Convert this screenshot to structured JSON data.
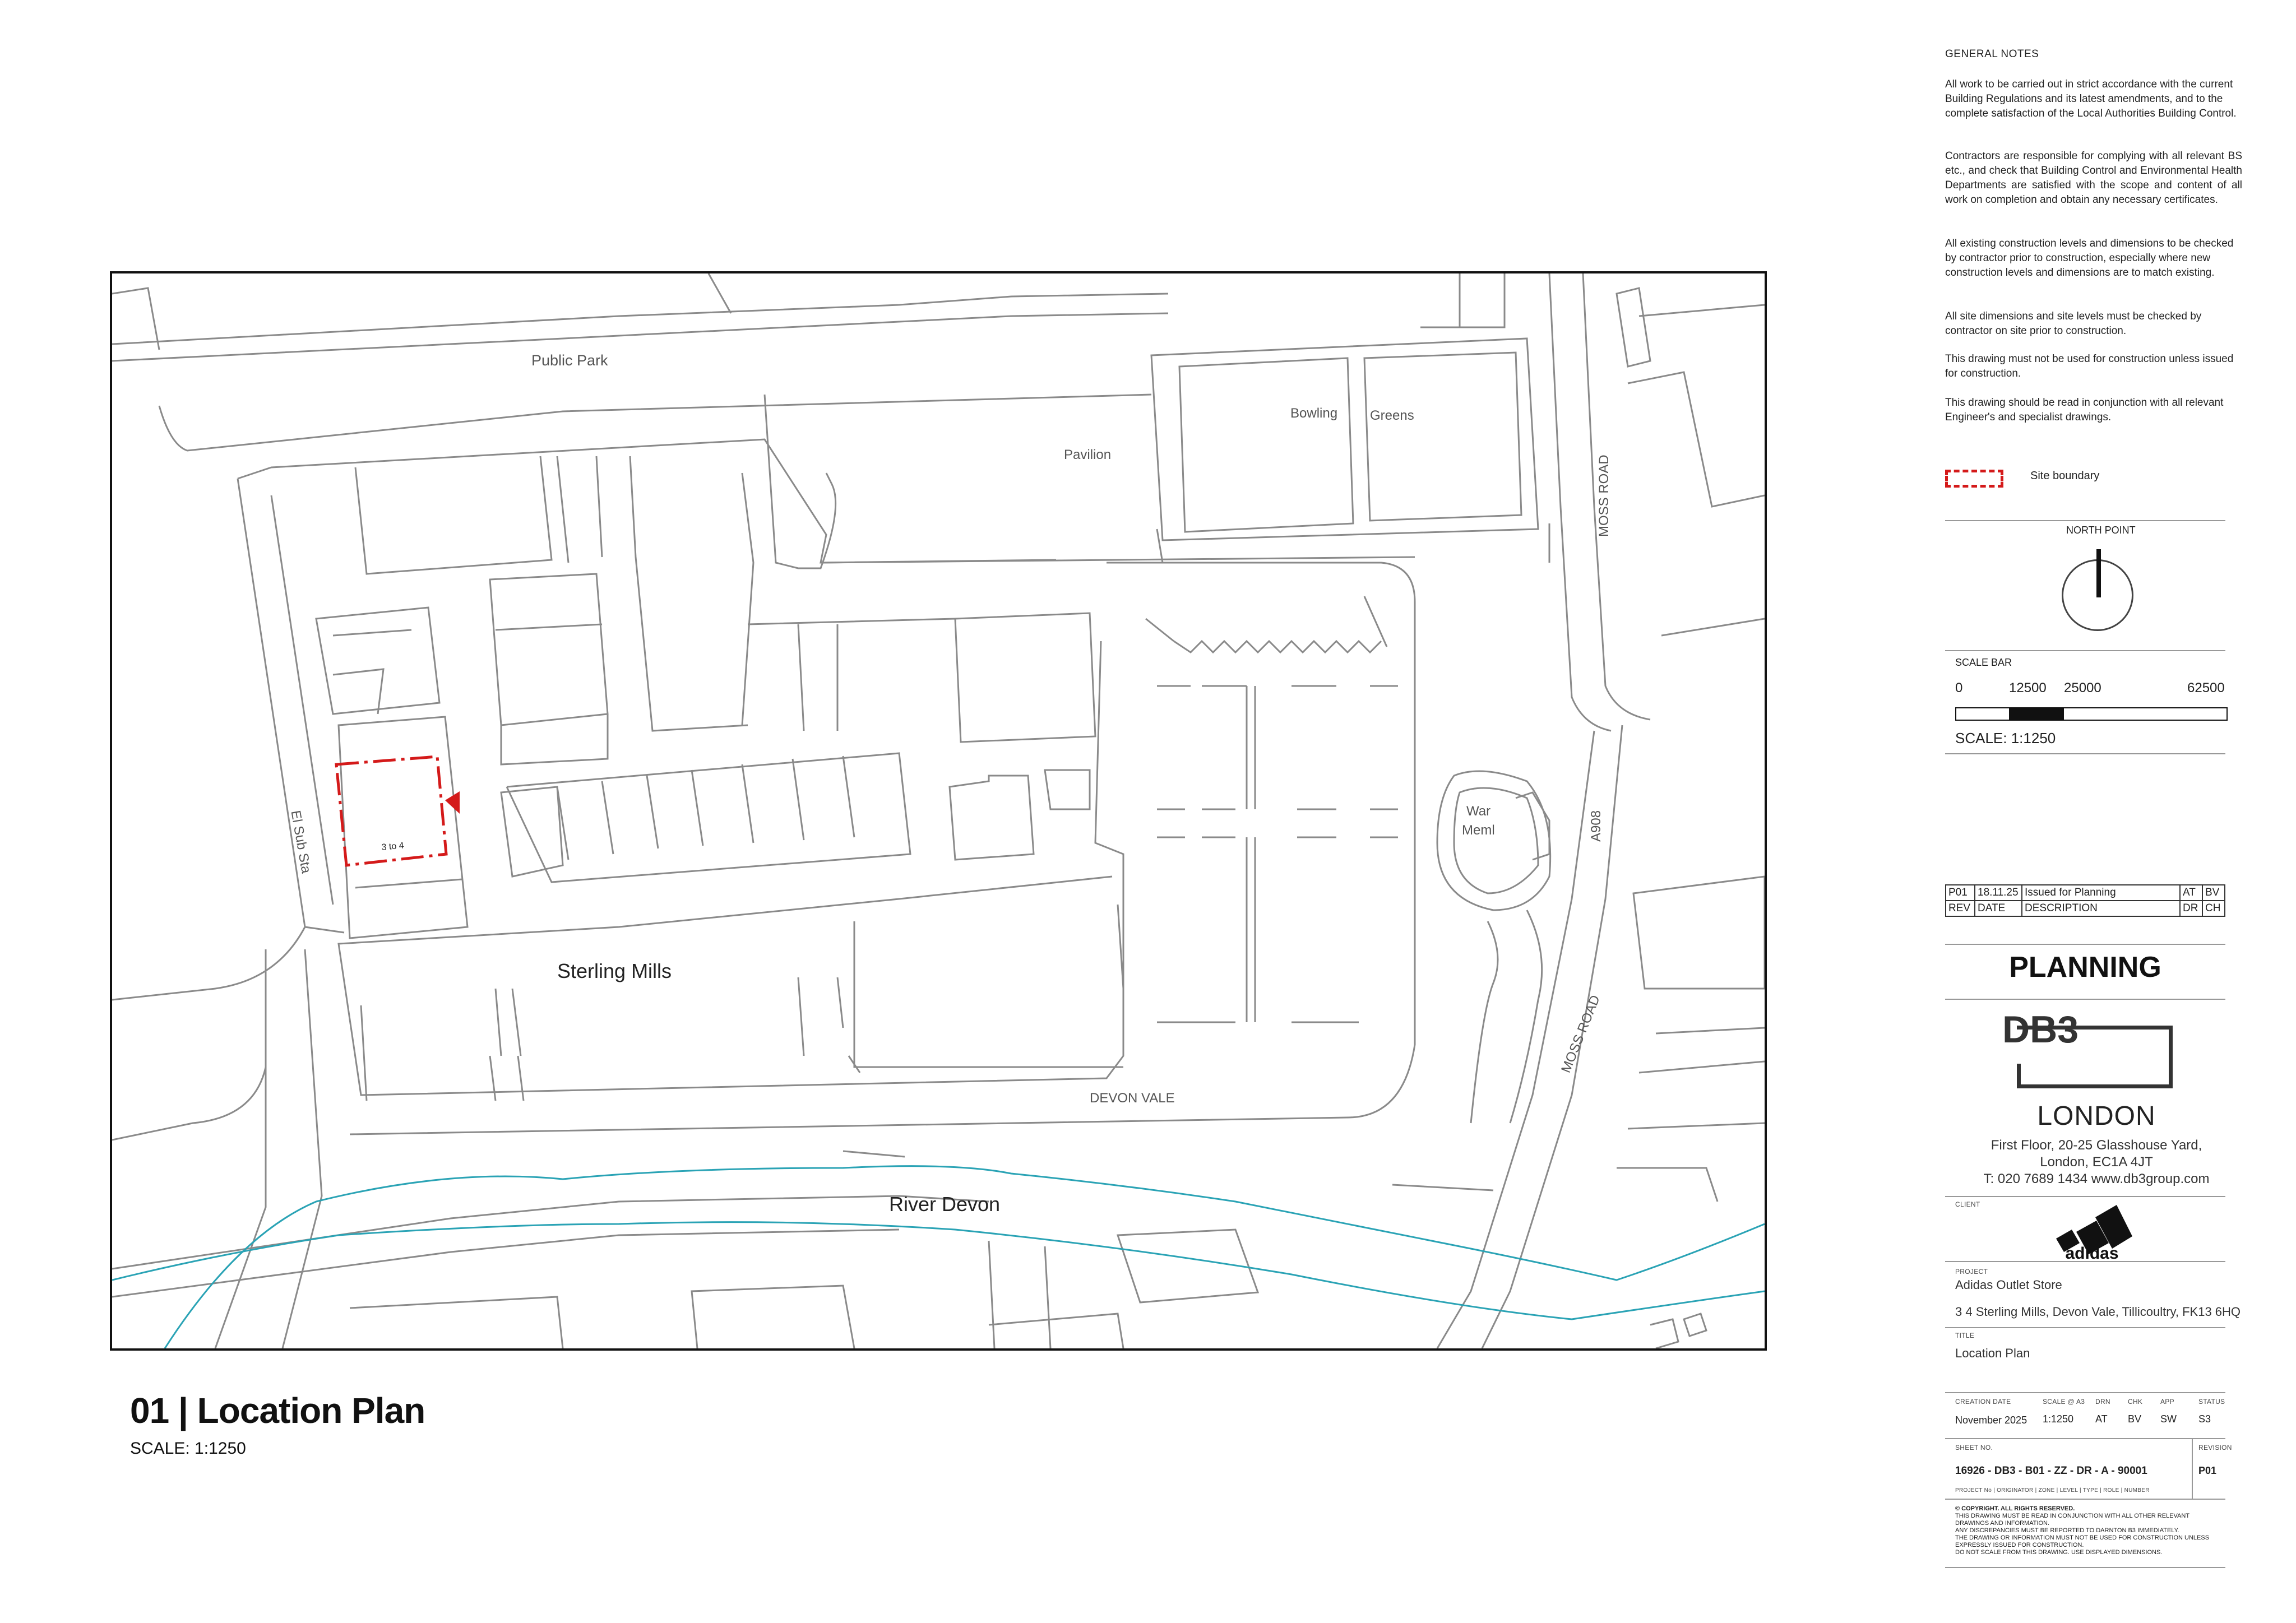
{
  "map": {
    "labels": {
      "public_park": "Public Park",
      "bowling": "Bowling",
      "greens": "Greens",
      "pavilion": "Pavilion",
      "moss_road_top": "MOSS ROAD",
      "moss_road_bottom": "MOSS ROAD",
      "a908": "A908",
      "war": "War",
      "meml": "Meml",
      "el_sub_sta": "El Sub Sta",
      "unit": "3 to 4",
      "sterling_mills": "Sterling Mills",
      "devon_vale": "DEVON VALE",
      "river_devon": "River Devon"
    },
    "colors": {
      "lines": "#8a8a8a",
      "river": "#2aa3b5",
      "site_boundary": "#d41a1a"
    }
  },
  "plan": {
    "title": "01 | Location Plan",
    "scale": "SCALE: 1:1250"
  },
  "notes": {
    "title": "GENERAL NOTES",
    "paragraphs": [
      "All work to be carried out in strict accordance with the current Building Regulations and its latest amendments, and to the complete satisfaction of the Local Authorities Building Control.",
      "Contractors are responsible for complying with all relevant BS etc., and check that Building Control and Environmental Health Departments are satisfied with the scope and content of all work on completion and obtain any necessary certificates.",
      "All existing construction levels and dimensions to be checked by contractor prior to construction, especially where new construction levels and dimensions are to match existing.",
      "All site dimensions and site levels must be checked by contractor on site prior to construction.",
      "This drawing must not be used for construction unless issued for construction.",
      "This drawing should be read in conjunction with all relevant Engineer's and specialist drawings."
    ]
  },
  "legend": {
    "site_boundary": "Site boundary"
  },
  "north_point": {
    "title": "NORTH POINT"
  },
  "scale_bar": {
    "title": "SCALE BAR",
    "ticks": [
      "0",
      "12500",
      "25000",
      "62500"
    ],
    "scale": "SCALE: 1:1250"
  },
  "revisions": {
    "rows": [
      {
        "rev": "P01",
        "date": "18.11.25",
        "description": "Issued for Planning",
        "dr": "AT",
        "ch": "BV"
      },
      {
        "rev": "REV",
        "date": "DATE",
        "description": "DESCRIPTION",
        "dr": "DR",
        "ch": "CH"
      }
    ]
  },
  "status_heading": "PLANNING",
  "firm": {
    "logo": "DB3",
    "city": "LONDON",
    "address1": "First Floor, 20-25 Glasshouse Yard,",
    "address2": "London, EC1A 4JT",
    "contact": "T: 020 7689 1434     www.db3group.com"
  },
  "client": {
    "caption": "CLIENT",
    "logo": "adidas"
  },
  "project": {
    "caption": "PROJECT",
    "name": "Adidas Outlet Store",
    "address": "3 4 Sterling Mills, Devon Vale, Tillicoultry, FK13 6HQ"
  },
  "title_block": {
    "caption": "TITLE",
    "value": "Location Plan"
  },
  "meta": {
    "creation_date_cap": "CREATION DATE",
    "creation_date": "November 2025",
    "scale_cap": "SCALE @ A3",
    "scale": "1:1250",
    "drn_cap": "DRN",
    "drn": "AT",
    "chk_cap": "CHK",
    "chk": "BV",
    "app_cap": "APP",
    "app": "SW",
    "status_cap": "STATUS",
    "status": "S3"
  },
  "sheet": {
    "caption": "SHEET NO.",
    "number": "16926  - DB3 - B01 - ZZ - DR - A - 90001",
    "key": "PROJECT No | ORIGINATOR | ZONE | LEVEL | TYPE | ROLE | NUMBER",
    "revision_cap": "REVISION",
    "revision": "P01"
  },
  "copyright": {
    "title": "© COPYRIGHT.  ALL RIGHTS RESERVED.",
    "lines": [
      "THIS DRAWING MUST BE READ IN CONJUNCTION WITH ALL OTHER RELEVANT DRAWINGS AND INFORMATION.",
      "ANY DISCREPANCIES MUST BE REPORTED TO DARNTON B3 IMMEDIATELY.",
      "THE DRAWING OR INFORMATION MUST NOT BE USED FOR CONSTRUCTION UNLESS EXPRESSLY ISSUED FOR CONSTRUCTION.",
      "DO NOT SCALE FROM THIS DRAWING. USE DISPLAYED DIMENSIONS."
    ]
  }
}
